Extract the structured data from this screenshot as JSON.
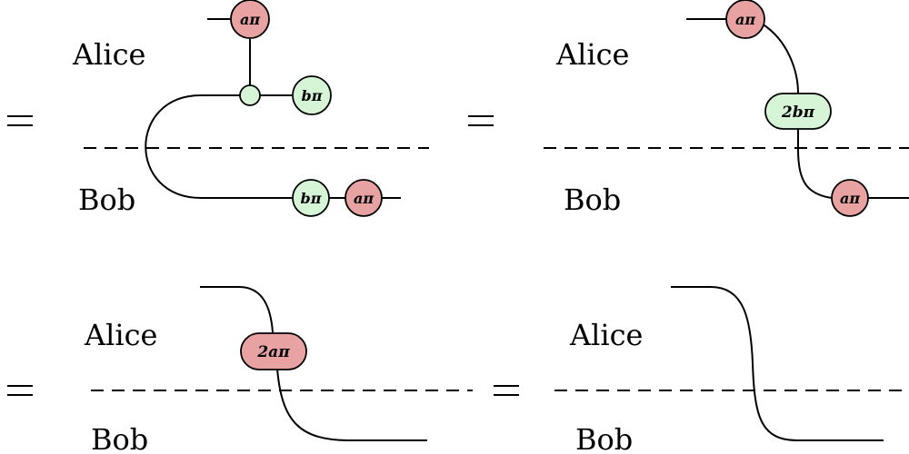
{
  "labels": {
    "alice": "Alice",
    "bob": "Bob"
  },
  "phases": {
    "a_pi": "aπ",
    "b_pi": "bπ",
    "two_b_pi": "2bπ",
    "two_a_pi": "2aπ"
  },
  "colors": {
    "red_spider": "#e8a2a2",
    "green_spider": "#d6f5d6",
    "stroke": "#000000"
  }
}
